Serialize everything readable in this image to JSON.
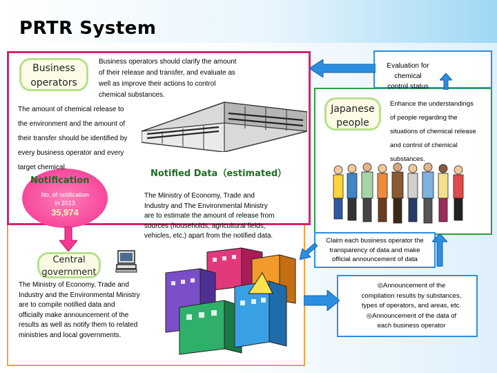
{
  "title": "PRTR System",
  "business_operators": {
    "label_line1": "Business",
    "label_line2": "operators",
    "description_lines": [
      "Business operators should clarify the amount",
      "of their release and transfer, and evaluate as",
      "well as improve their actions to control",
      "chemical substances."
    ],
    "identify_lines": [
      "The amount of chemical release to",
      "the environment and the amount of",
      "their transfer should be identified by",
      "every business operator and every",
      "target chemical."
    ]
  },
  "notification": {
    "title": "Notification",
    "sub_line1": "No. of notification",
    "sub_line2": "in 2013",
    "count": "35,974"
  },
  "notified_data": {
    "title": "Notified Data（estimated）",
    "lines": [
      "The Ministry of Economy, Trade and",
      "Industry and The Environmental Ministry",
      "are to estimate the amount of release from",
      "sources (households, agricultural fields,",
      "vehicles, etc.) apart from the notified data."
    ]
  },
  "central_government": {
    "label_line1": "Central",
    "label_line2": "government",
    "lines": [
      "The Ministry of Economy, Trade and",
      "Industry and the Environmental Ministry",
      "are to compile notified data and",
      "officially make announcement of the",
      "results as well as notify them to related",
      "ministries and local governments."
    ]
  },
  "evaluation": {
    "line1": "Evaluation for chemical",
    "line2": "control status"
  },
  "japanese_people": {
    "label_line1": "Japanese",
    "label_line2": "people",
    "lines": [
      "Enhance the understandings",
      "of people regarding the",
      "situations of chemical release",
      "and control of chemical",
      "substances."
    ]
  },
  "claim": {
    "lines": [
      "Claim each business operator the",
      "transparency of data and make",
      "official announcement of data"
    ]
  },
  "announcement": {
    "lines": [
      "◎Announcement of the",
      "compilation results by substances,",
      "types of operators, and areas, etc.",
      "◎Announcement of the data of",
      "each business operator"
    ]
  },
  "colors": {
    "business_border": "#d6246e",
    "government_border": "#f4a13c",
    "people_border": "#2a9d3f",
    "flow_arrow": "#2b8ee0",
    "notification_fill": "#f73894",
    "heading_green": "#1f6d24"
  }
}
